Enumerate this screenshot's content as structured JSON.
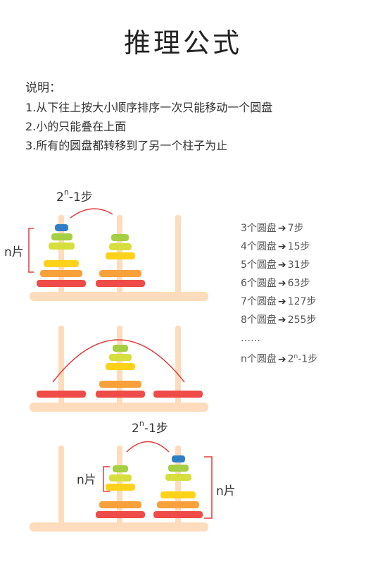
{
  "title": "推理公式",
  "rules": {
    "heading": "说明：",
    "items": [
      "1.从下往上按大小顺序排序一次只能移动一个圆盘",
      "2.小的只能叠在上面",
      "3.所有的圆盘都转移到了另一个柱子为止"
    ]
  },
  "labels": {
    "n_pieces": "n片",
    "steps_base": "2",
    "steps_exp": "n",
    "steps_tail": "-1步"
  },
  "steps_table": [
    {
      "left": "3个圆盘",
      "right": "7步"
    },
    {
      "left": "4个圆盘",
      "right": "15步"
    },
    {
      "left": "5个圆盘",
      "right": "31步"
    },
    {
      "left": "6个圆盘",
      "right": "63步"
    },
    {
      "left": "7个圆盘",
      "right": "127步"
    },
    {
      "left": "8个圆盘",
      "right": "255步"
    }
  ],
  "ellipsis": "……",
  "general_row": {
    "left": "n个圆盘",
    "base": "2",
    "exp": "n",
    "tail": "-1步"
  },
  "colors": {
    "peg": "#fcdcbc",
    "red": "#ef4b48",
    "orange": "#f8a13a",
    "yellow": "#ffd21a",
    "yellowgreen": "#d7df3f",
    "green": "#a6cf43",
    "blue": "#2f7fc8",
    "arc": "#e23b3b"
  }
}
